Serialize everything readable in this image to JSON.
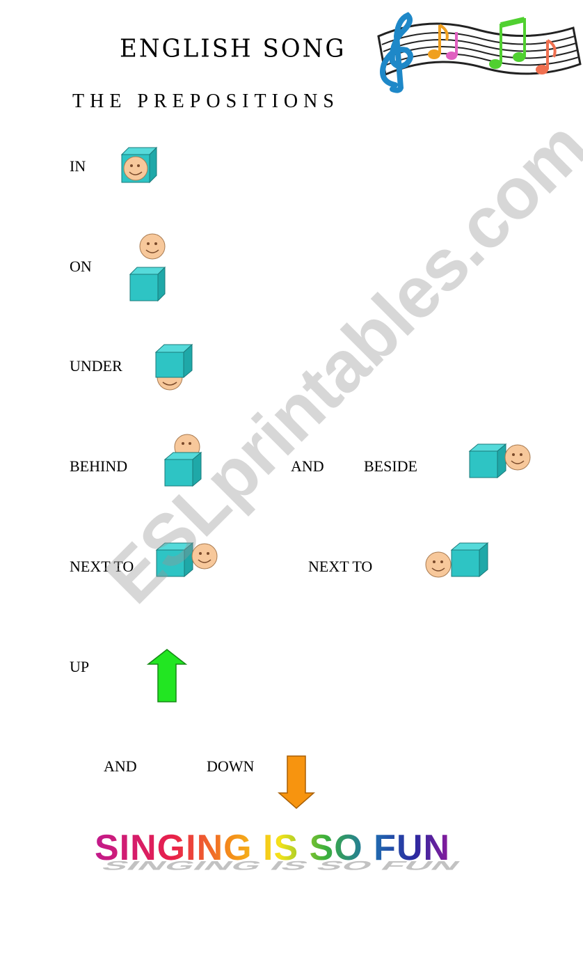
{
  "header": {
    "title": "ENGLISH SONG",
    "subtitle": "THE PREPOSITIONS"
  },
  "rows": {
    "in": "IN",
    "on": "ON",
    "under": "UNDER",
    "behind": "BEHIND",
    "and1": "AND",
    "beside": "BESIDE",
    "next_to_left": "NEXT  TO",
    "next_to_right": "NEXT  TO",
    "up": "UP",
    "and2": "AND",
    "down": "DOWN"
  },
  "footer": {
    "slogan": "SINGING IS SO FUN"
  },
  "watermark": "ESLprintables.com",
  "colors": {
    "cube": "#2ec4c4",
    "face": "#f7c89b",
    "up_arrow": "#22e622",
    "down_arrow": "#f7940f"
  }
}
